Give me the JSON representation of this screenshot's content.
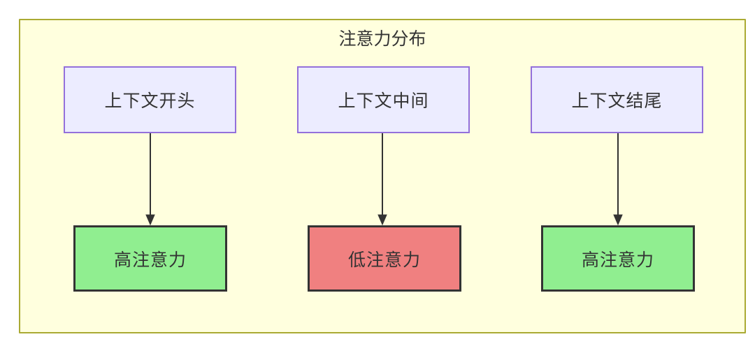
{
  "diagram": {
    "title": "注意力分布",
    "columns": [
      {
        "source": "上下文开头",
        "target": "高注意力",
        "level": "high"
      },
      {
        "source": "上下文中间",
        "target": "低注意力",
        "level": "low"
      },
      {
        "source": "上下文结尾",
        "target": "高注意力",
        "level": "high"
      }
    ],
    "colors": {
      "container_fill": "#FFFFDE",
      "container_border": "#AAAA33",
      "source_fill": "#ECECFF",
      "source_border": "#9370DB",
      "high_fill": "#90EE90",
      "low_fill": "#F08080",
      "node_border": "#333333",
      "arrow": "#333333",
      "text": "#333333"
    }
  }
}
